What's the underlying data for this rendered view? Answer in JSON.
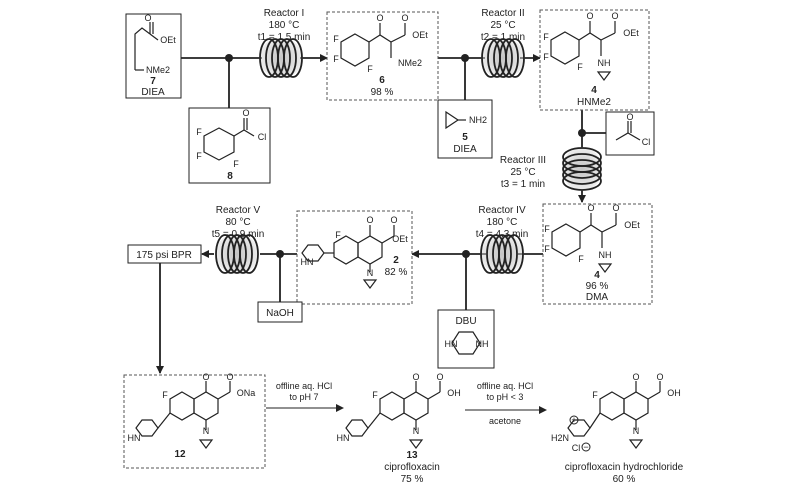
{
  "reactors": {
    "r1": {
      "name": "Reactor I",
      "temp": "180 °C",
      "time": "t1 = 1.5 min"
    },
    "r2": {
      "name": "Reactor II",
      "temp": "25 °C",
      "time": "t2 = 1 min"
    },
    "r3": {
      "name": "Reactor III",
      "temp": "25 °C",
      "time": "t3 = 1 min"
    },
    "r4": {
      "name": "Reactor IV",
      "temp": "180 °C",
      "time": "t4 = 4.3 min"
    },
    "r5": {
      "name": "Reactor V",
      "temp": "80 °C",
      "time": "t5 = 0.9 min"
    }
  },
  "compounds": {
    "c7": {
      "number": "7",
      "extra": "DIEA",
      "ester": "OEt",
      "amine": "NMe2"
    },
    "c8": {
      "number": "8",
      "cl": "Cl",
      "f": "F"
    },
    "c6": {
      "number": "6",
      "yield": "98 %",
      "ester": "OEt",
      "amine": "NMe2",
      "f": "F"
    },
    "c5": {
      "number": "5",
      "extra": "DIEA",
      "amine": "NH2"
    },
    "c4a": {
      "number": "4",
      "extra": "HNMe2",
      "ester": "OEt",
      "amine": "NH",
      "f": "F"
    },
    "c4b": {
      "number": "4",
      "yield": "96 %",
      "extra": "DMA",
      "ester": "OEt",
      "amine": "NH",
      "f": "F"
    },
    "acetylcl": {
      "cl": "Cl"
    },
    "dbu": {
      "label": "DBU",
      "hn": "HN",
      "nh": "NH"
    },
    "c2": {
      "number": "2",
      "yield": "82 %",
      "ester": "OEt",
      "f": "F",
      "hn": "HN",
      "n": "N"
    },
    "naoh": {
      "label": "NaOH"
    },
    "bpr": {
      "label": "175 psi BPR"
    },
    "c12": {
      "number": "12",
      "ester": "ONa",
      "f": "F",
      "hn": "HN",
      "n": "N"
    },
    "c13": {
      "number": "13",
      "name": "ciprofloxacin",
      "yield": "75 %",
      "acid": "OH",
      "f": "F",
      "hn": "HN",
      "n": "N"
    },
    "hcl_salt": {
      "name": "ciprofloxacin hydrochloride",
      "yield": "60 %",
      "acid": "OH",
      "f": "F",
      "h2n": "H2N",
      "n": "N",
      "cl": "Cl"
    }
  },
  "steps": {
    "s1": {
      "line1": "offline aq. HCl",
      "line2": "to pH 7"
    },
    "s2": {
      "line1": "offline aq. HCl",
      "line2": "to pH < 3",
      "below": "acetone"
    }
  },
  "symbols": {
    "carbonyl_o": "O",
    "plus": "+",
    "minus": "−"
  }
}
